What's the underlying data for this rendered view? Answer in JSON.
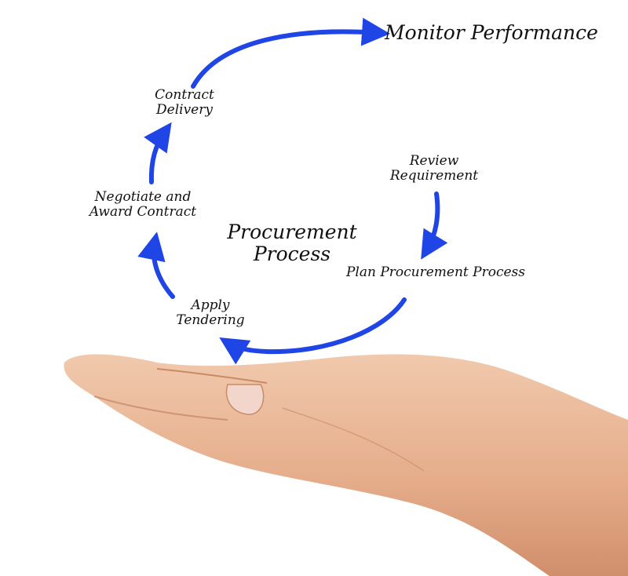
{
  "title": "Procurement Process",
  "steps": {
    "review": "Review Requirement",
    "plan": "Plan Procurement Process",
    "apply": "Apply Tendering",
    "negotiate": "Negotiate and Award Contract",
    "delivery": "Contract Delivery",
    "monitor": "Monitor Performance"
  },
  "colors": {
    "arrow": "#1f45e6",
    "skin": "#e9b796"
  }
}
